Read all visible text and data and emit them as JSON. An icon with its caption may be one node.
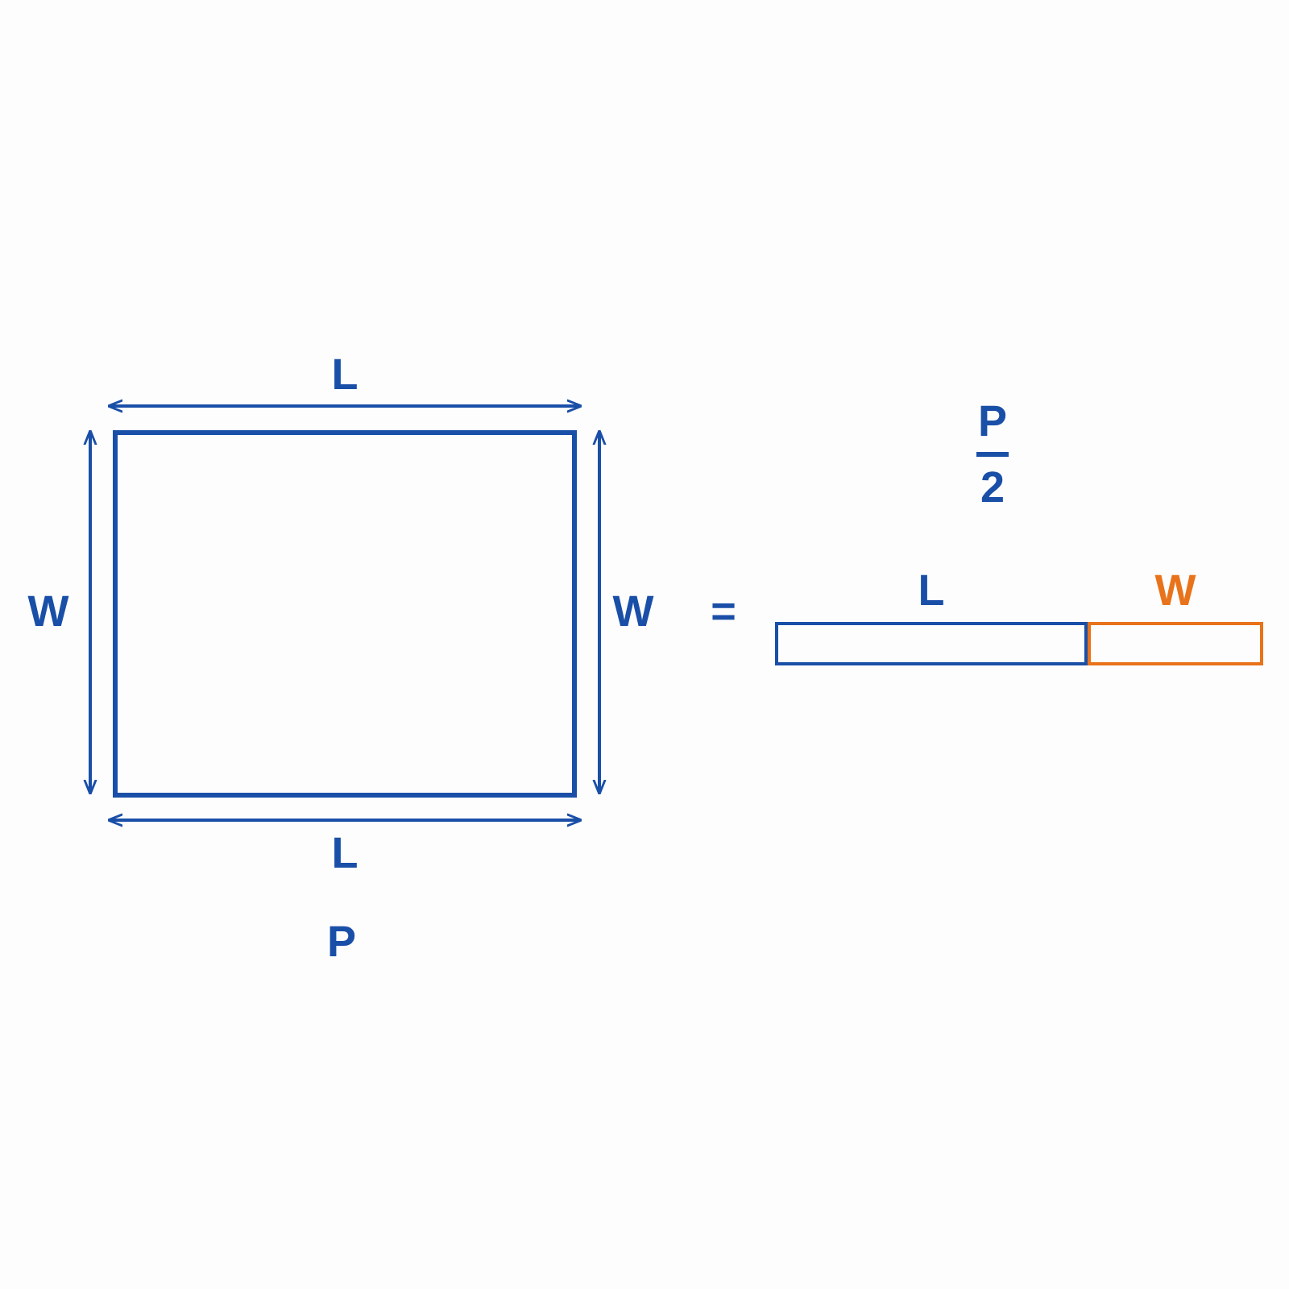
{
  "diagram": {
    "nodes": [
      {
        "text": [],
        "shape": "box"
      },
      {
        "text": [
          "L"
        ]
      },
      {
        "text": [
          "W"
        ]
      }
    ],
    "edges": [],
    "labels": [
      "L",
      "P",
      "2",
      "W",
      "W",
      "=",
      "L",
      "P"
    ]
  }
}
